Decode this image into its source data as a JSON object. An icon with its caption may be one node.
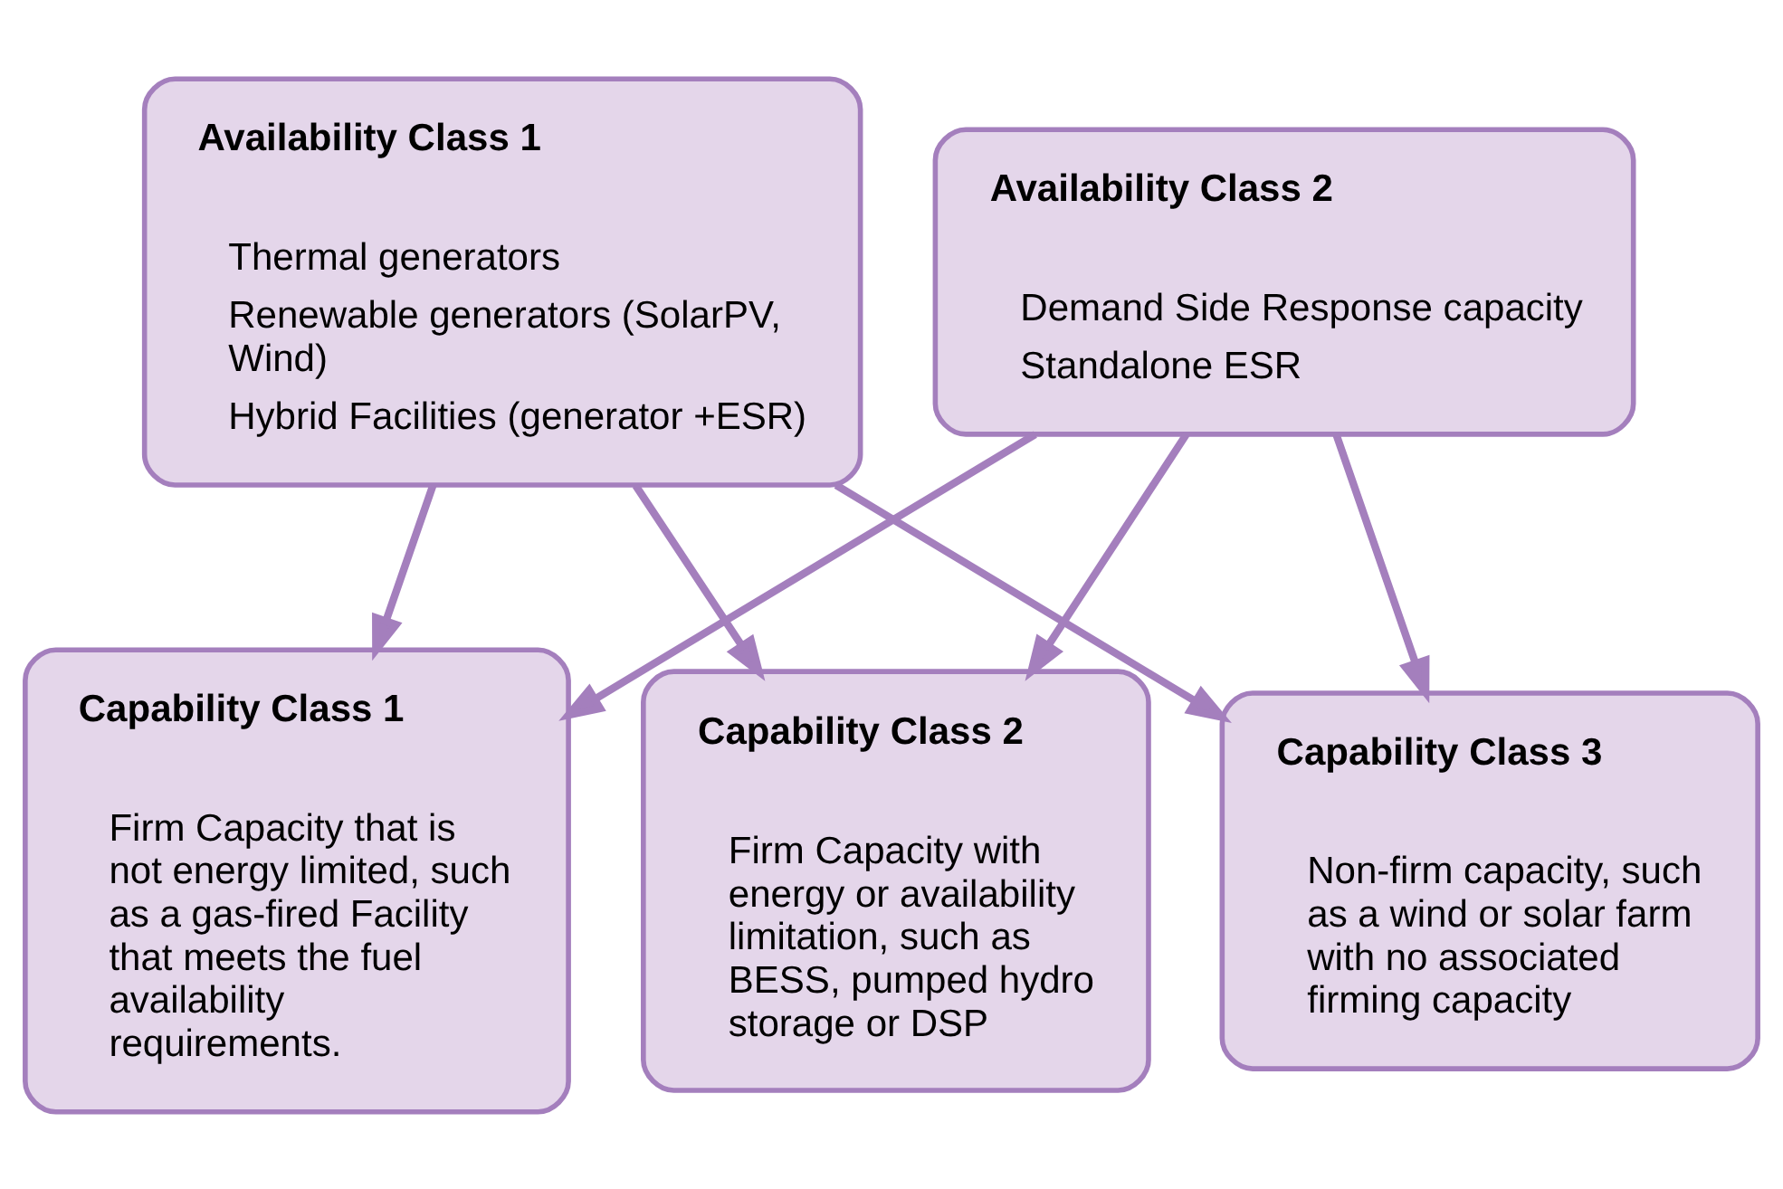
{
  "diagram": {
    "nodes": [
      {
        "text": [
          "Availability Class 1",
          "Thermal generators",
          "Renewable generators (SolarPV, Wind)",
          "Hybrid Facilities (generator +ESR)"
        ]
      },
      {
        "text": [
          "Availability Class 2",
          "Demand Side Response capacity",
          "Standalone ESR"
        ]
      },
      {
        "text": [
          "Capability Class 1",
          "Firm Capacity that is not energy limited, such as a gas-fired Facility that meets the fuel availability requirements."
        ]
      },
      {
        "text": [
          "Capability Class 2",
          "Firm Capacity with energy or availability limitation, such as BESS, pumped hydro storage or DSP"
        ]
      },
      {
        "text": [
          "Capability Class 3",
          "Non-firm capacity, such as a wind or solar farm with no associated firming capacity"
        ]
      }
    ],
    "edges": [
      {
        "from": 0,
        "to": 2,
        "arrow": "to"
      },
      {
        "from": 0,
        "to": 3,
        "arrow": "to"
      },
      {
        "from": 0,
        "to": 4,
        "arrow": "to"
      },
      {
        "from": 1,
        "to": 2,
        "arrow": "to"
      },
      {
        "from": 1,
        "to": 3,
        "arrow": "to"
      },
      {
        "from": 1,
        "to": 4,
        "arrow": "to"
      }
    ]
  }
}
